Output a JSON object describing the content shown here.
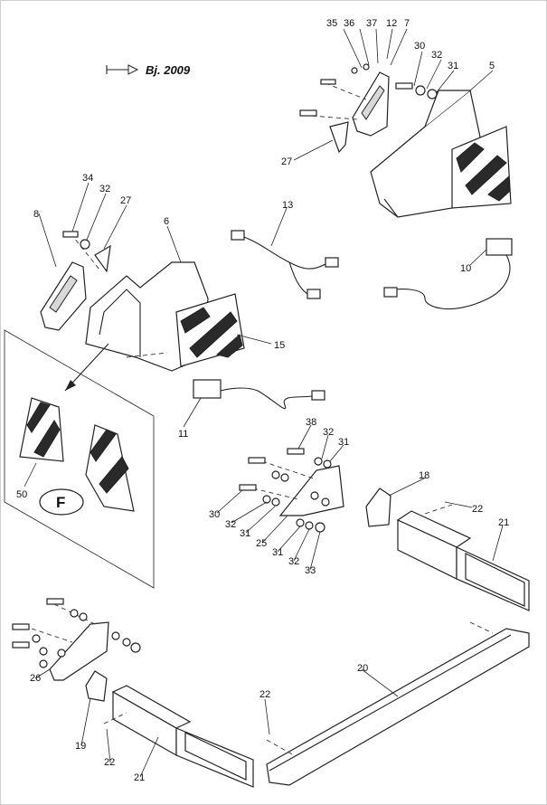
{
  "header": {
    "model_note": "Bj. 2009"
  },
  "callouts": [
    "35",
    "36",
    "37",
    "12",
    "7",
    "30",
    "32",
    "31",
    "5",
    "27",
    "34",
    "32",
    "27",
    "8",
    "6",
    "13",
    "10",
    "15",
    "11",
    "50",
    "38",
    "32",
    "31",
    "18",
    "22",
    "21",
    "30",
    "32",
    "31",
    "25",
    "31",
    "32",
    "33",
    "20",
    "22",
    "26",
    "19",
    "22",
    "21"
  ],
  "variant_badge": "F"
}
